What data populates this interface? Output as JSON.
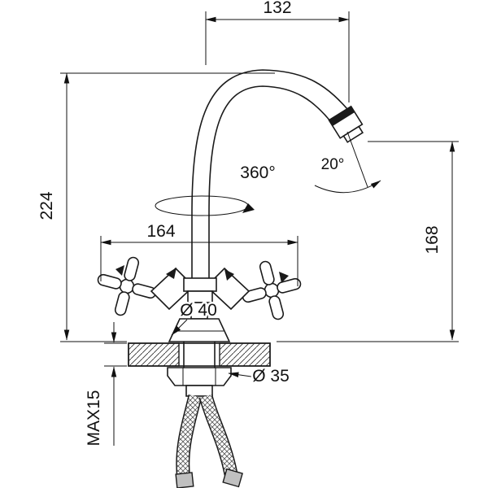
{
  "colors": {
    "background": "#ffffff",
    "line": "#1a1a1a"
  },
  "dimensions": {
    "spout_reach": "132",
    "overall_height": "224",
    "handle_span": "164",
    "spout_height": "168",
    "swivel_angle": "360°",
    "outlet_angle": "20°",
    "base_diameter": "Ø 40",
    "locknut_diameter": "Ø 35",
    "max_deck_thickness": "MAX15"
  }
}
